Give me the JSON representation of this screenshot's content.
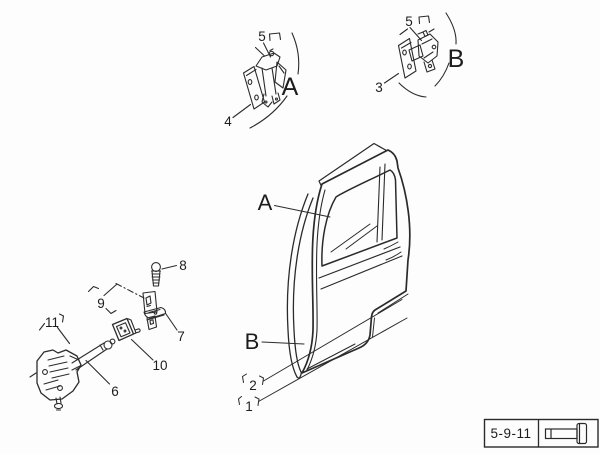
{
  "diagram": {
    "detail_a": {
      "letter": "A",
      "pin_callout": "5",
      "plate_callout": "4"
    },
    "detail_b": {
      "letter": "B",
      "pin_callout": "5",
      "plate_callout": "3"
    },
    "door": {
      "upper_strip_callout": "A",
      "lower_strip_callout": "B",
      "outer_sill_callout": "2",
      "inner_sill_callout": "1"
    },
    "check_assembly": {
      "pin_callout": "8",
      "bracket_group_callout": "9",
      "bracket_callout": "7",
      "stopper_callout": "10",
      "arm_callout": "6",
      "check_group_callout": "11"
    },
    "legend": {
      "section_code": "5-9-11",
      "icon": "hex-bolt-icon"
    }
  }
}
